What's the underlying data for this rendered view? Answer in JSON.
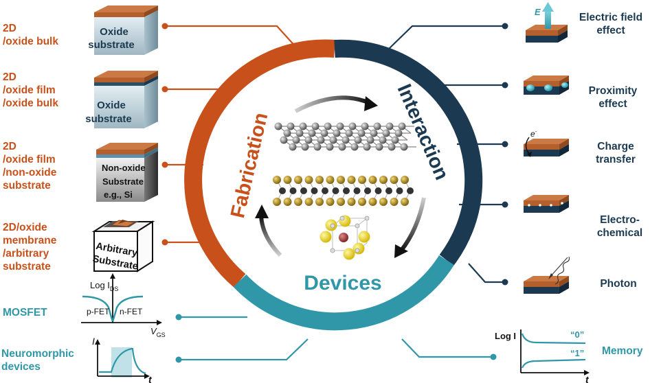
{
  "ring": {
    "fabrication": "Fabrication",
    "interaction": "Interaction",
    "devices": "Devices"
  },
  "left": {
    "item1": {
      "lines": [
        "2D",
        "/oxide bulk"
      ],
      "block": [
        "Oxide",
        "substrate"
      ]
    },
    "item2": {
      "lines": [
        "2D",
        "/oxide film",
        "/oxide bulk"
      ],
      "block": [
        "Oxide",
        "substrate"
      ]
    },
    "item3": {
      "lines": [
        "2D",
        "/oxide film",
        "/non-oxide",
        "substrate"
      ],
      "block": [
        "Non-oxide",
        "Substrate",
        "e.g., Si"
      ]
    },
    "item4": {
      "lines": [
        "2D/oxide",
        "membrane",
        "/arbitrary",
        "substrate"
      ],
      "block": [
        "Arbitrary",
        "Substrate"
      ]
    },
    "mosfet": {
      "label": "MOSFET",
      "yaxis": "Log I",
      "ysub": "DS",
      "xaxis": "V",
      "xsub": "GS",
      "pfet": "p-FET",
      "nfet": "n-FET"
    },
    "neuro": {
      "lines": [
        "Neuromorphic",
        "devices"
      ],
      "yaxis": "I",
      "xaxis": "t"
    }
  },
  "right": {
    "electric": {
      "lines": [
        "Electric field",
        "effect"
      ],
      "field": "E"
    },
    "proximity": {
      "lines": [
        "Proximity",
        "effect"
      ]
    },
    "charge": {
      "lines": [
        "Charge",
        "transfer"
      ],
      "electron": "e",
      "electron_sup": "-"
    },
    "electro": {
      "lines": [
        "Electro-",
        "chemical"
      ]
    },
    "photon": {
      "lines": [
        "Photon"
      ]
    },
    "memory": {
      "label": "Memory",
      "yaxis": "Log I",
      "state0": "“0”",
      "state1": "“1”",
      "xaxis": "t"
    }
  },
  "colors": {
    "orange": "#c8501a",
    "navy": "#1b3a52",
    "teal": "#2f97a8",
    "film": "#cc7a45",
    "substrate": "#b9cdd6"
  }
}
